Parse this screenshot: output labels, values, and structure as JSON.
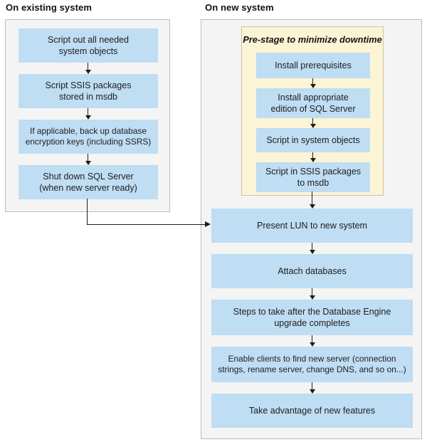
{
  "columns": {
    "existing": {
      "header": "On existing system",
      "boxes": [
        {
          "label": "Script out all needed\nsystem objects"
        },
        {
          "label": "Script SSIS packages\nstored in msdb"
        },
        {
          "label": "If applicable, back up database\nencryption keys (including SSRS)"
        },
        {
          "label": "Shut down SQL Server\n(when new server ready)"
        }
      ]
    },
    "new": {
      "header": "On new system",
      "prestage": {
        "title": "Pre-stage to minimize downtime",
        "boxes": [
          {
            "label": "Install prerequisites"
          },
          {
            "label": "Install appropriate\nedition of SQL Server"
          },
          {
            "label": "Script in system objects"
          },
          {
            "label": "Script in SSIS packages\nto msdb"
          }
        ]
      },
      "boxes": [
        {
          "label": "Present LUN to new system"
        },
        {
          "label": "Attach databases"
        },
        {
          "label": "Steps to take after the Database Engine\nupgrade completes"
        },
        {
          "label": "Enable clients to find new server (connection\nstrings, rename server, change DNS, and so on...)"
        },
        {
          "label": "Take advantage of new features"
        }
      ]
    }
  },
  "colors": {
    "blue": "#BFDDF3",
    "yellow": "#FBF4D5",
    "panel_bg": "#F4F4F4",
    "panel_border": "#BDBDBD",
    "yellow_border": "#CBC6A4",
    "line": "#1C1C1C",
    "text": "#1E1E1E"
  }
}
